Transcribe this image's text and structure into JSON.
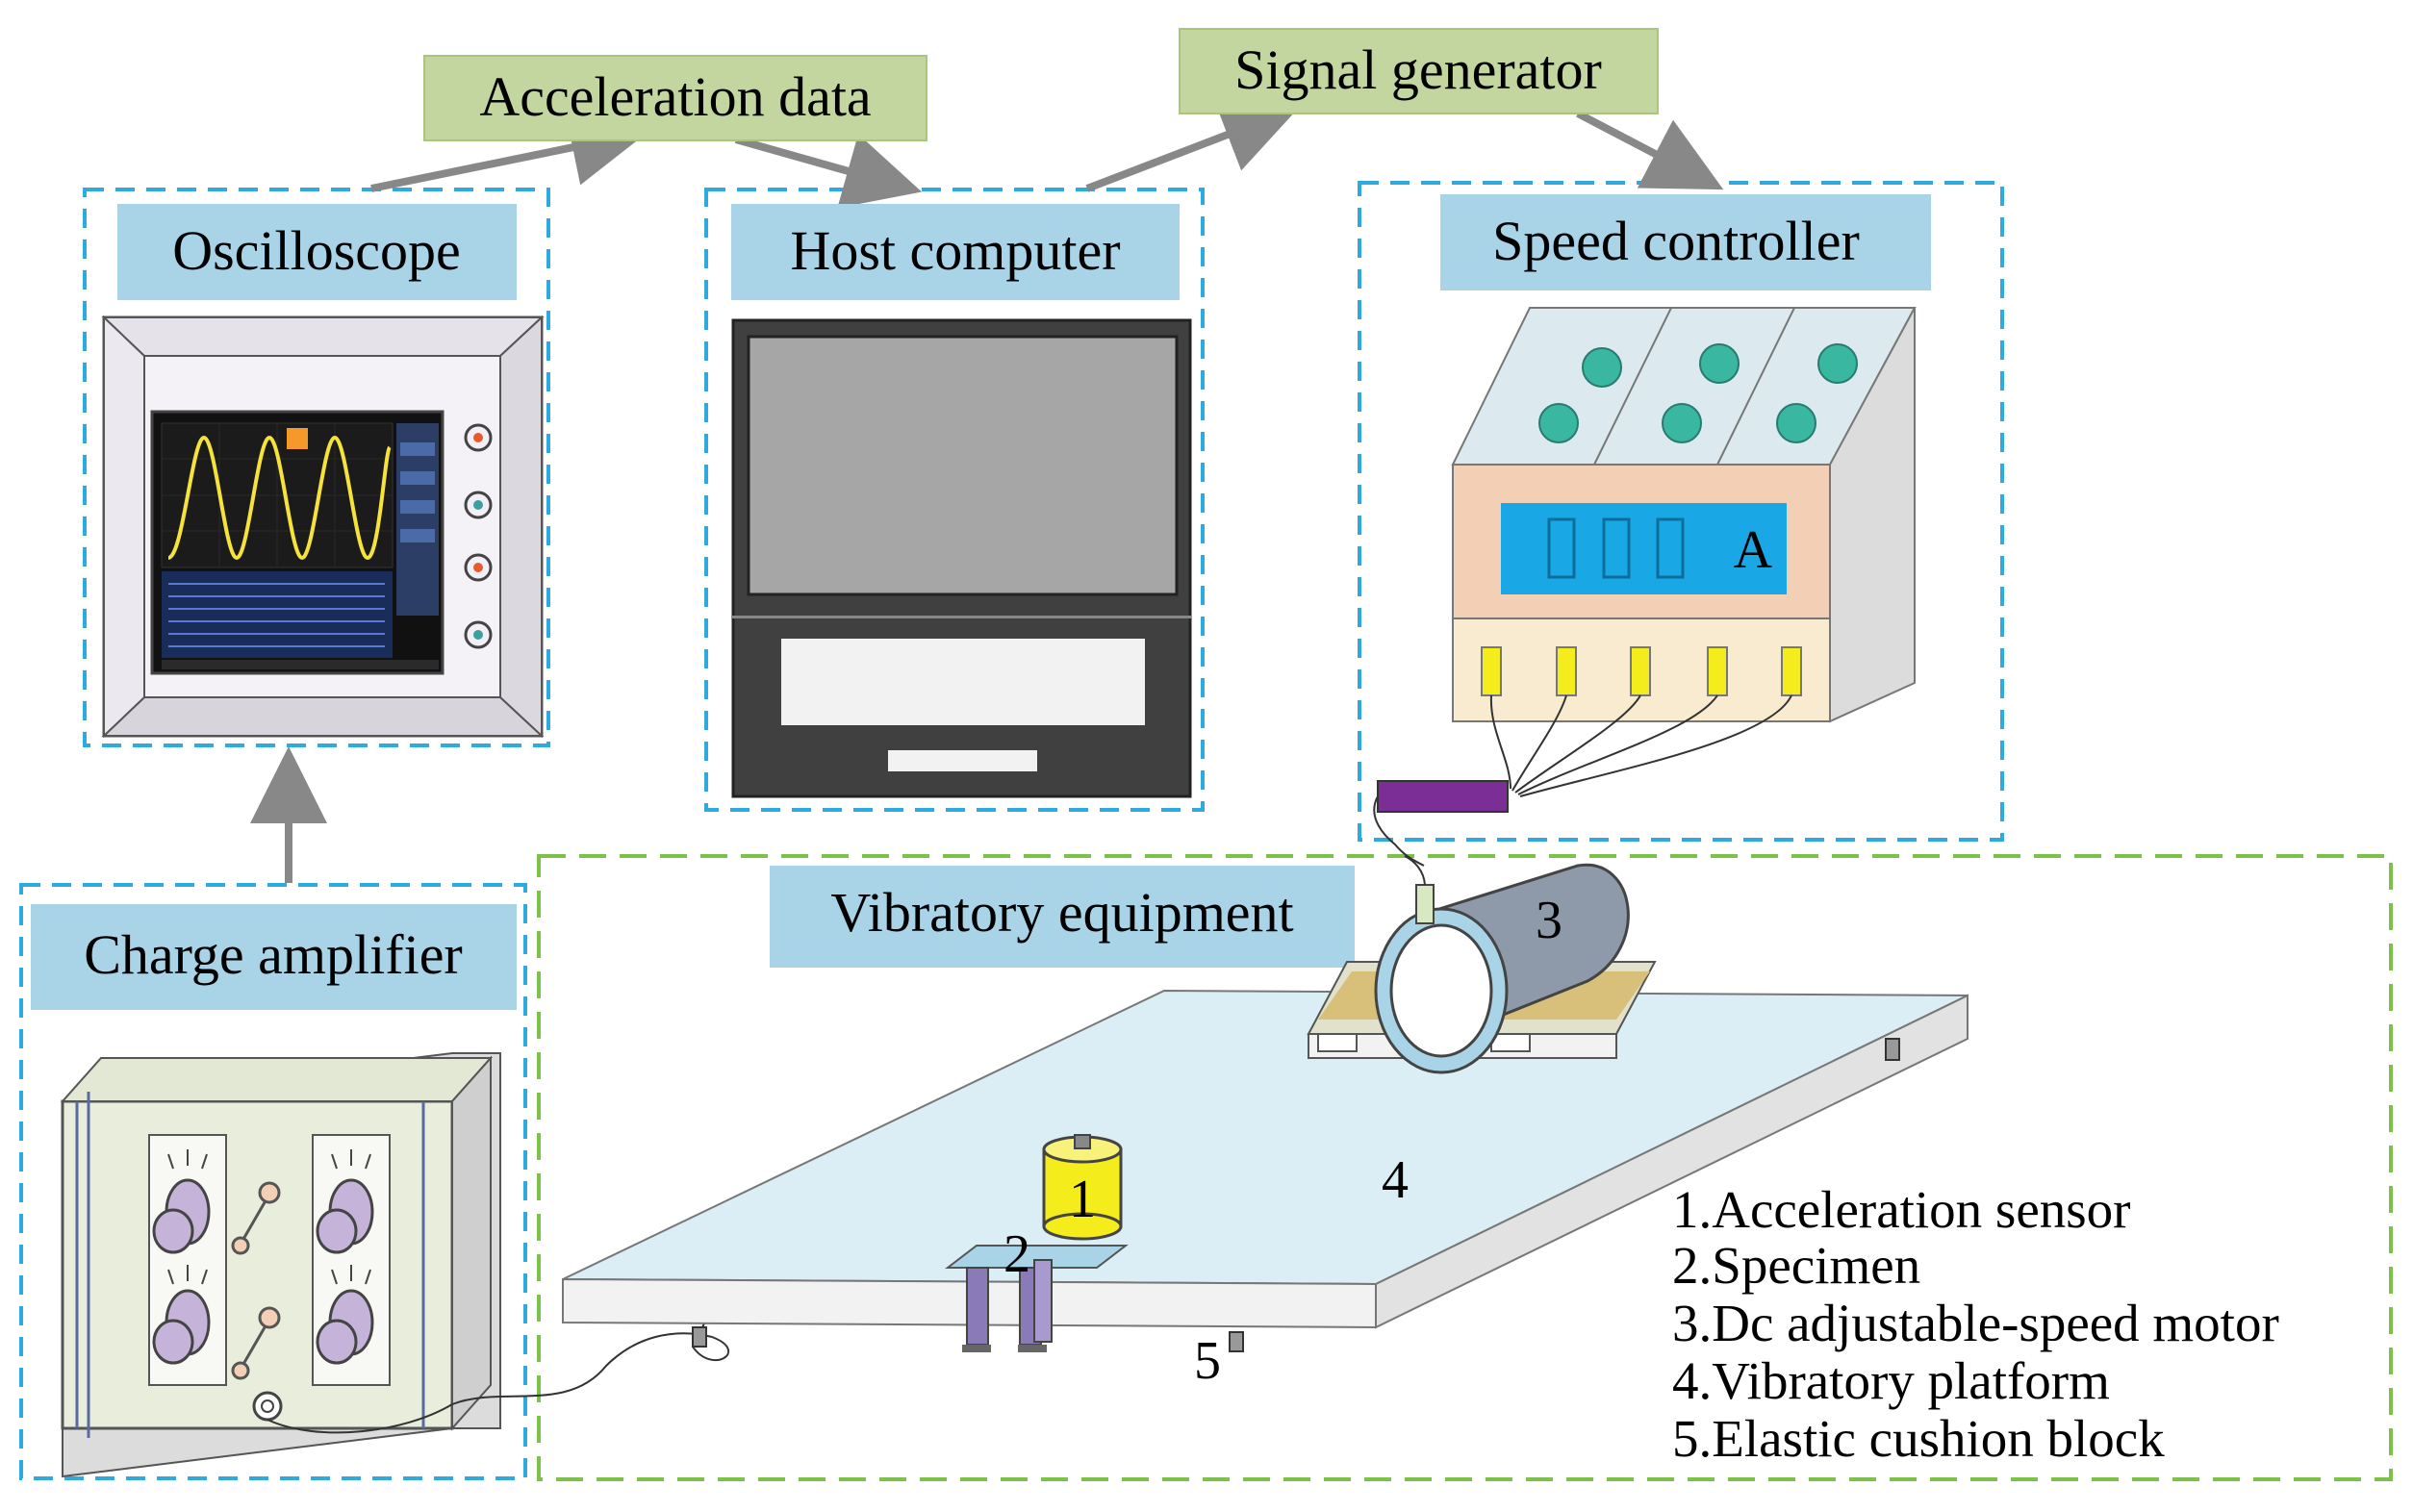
{
  "labels": {
    "acceleration_data": "Acceleration data",
    "signal_generator": "Signal generator",
    "oscilloscope": "Oscilloscope",
    "host_computer": "Host computer",
    "speed_controller": "Speed controller",
    "charge_amplifier": "Charge amplifier",
    "vibratory_equipment": "Vibratory equipment"
  },
  "controller_display_letter": "A",
  "markers": {
    "m1": "1",
    "m2": "2",
    "m3": "3",
    "m4": "4",
    "m5": "5"
  },
  "legend": [
    "1.Acceleration sensor",
    "2.Specimen",
    "3.Dc adjustable-speed motor",
    "4.Vibratory platform",
    "5.Elastic cushion block"
  ],
  "colors": {
    "label_blue": "#a9d3e6",
    "label_green": "#c3d6a0",
    "box_blue_dash": "#2eaadf",
    "box_green_dash": "#7cc24a",
    "arrow_gray": "#888888",
    "platform": "#dbeef5",
    "sensor_yellow": "#f5ec1c",
    "display_blue": "#1aa7e6",
    "controller_pink": "#f3cfb6",
    "controller_cream": "#f8ebcf",
    "screen_gray": "#a6a6a6",
    "knob_purple": "#c5b3da",
    "purple_bar": "#7a2e96"
  }
}
